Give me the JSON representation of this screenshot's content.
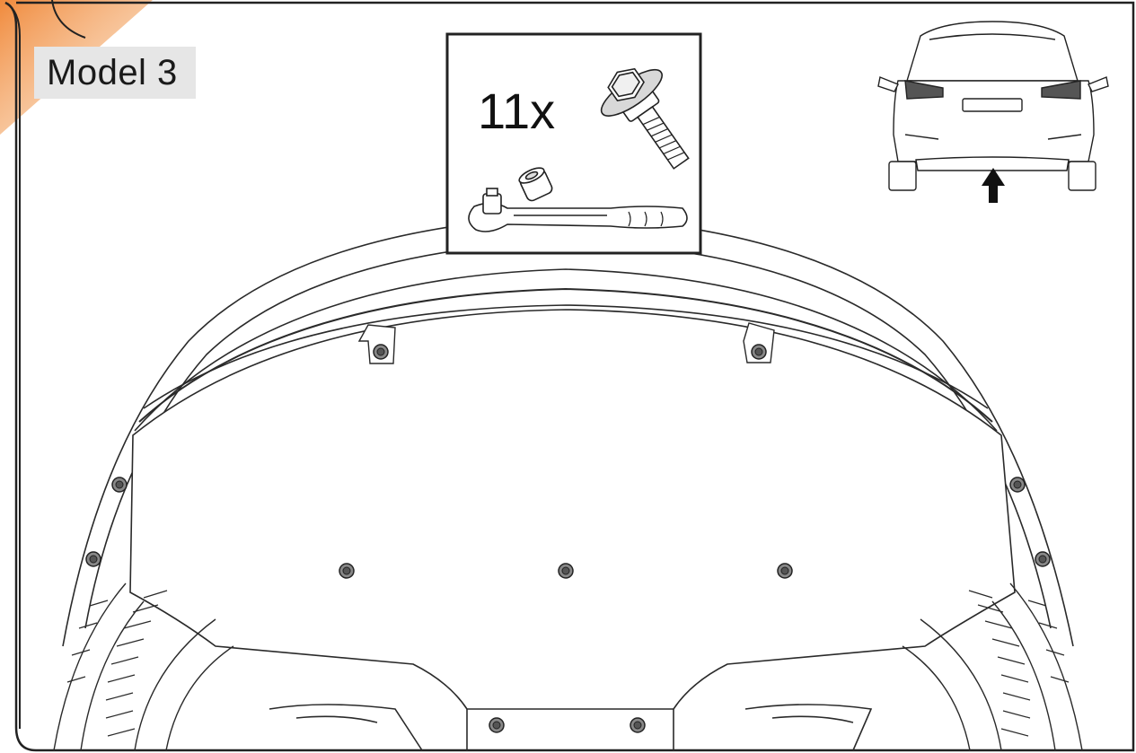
{
  "page": {
    "model_label": "Model 3",
    "accent_color": "#f08a3c"
  },
  "parts_box": {
    "count_label": "11x",
    "bolt_icon": "hex-flange-bolt-icon",
    "tool_icon": "ratchet-with-socket-icon"
  },
  "inset": {
    "view": "rear-view-of-car",
    "arrow_icon": "up-arrow-icon"
  },
  "bolt_locations": 11
}
